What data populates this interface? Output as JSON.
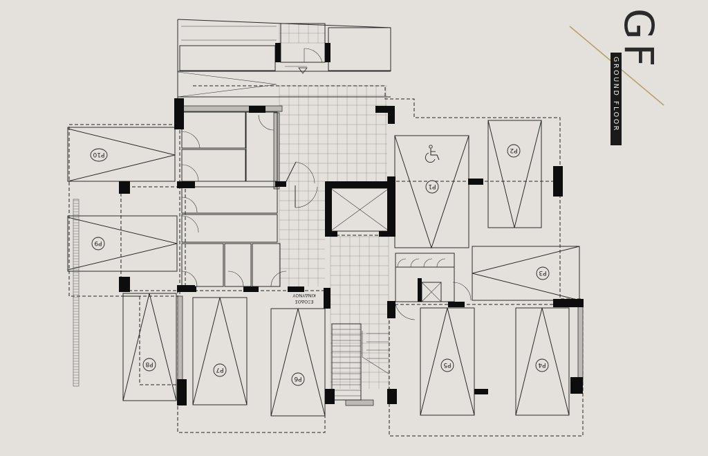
{
  "title": {
    "code": "GF",
    "subtitle": "GROUND FLOOR",
    "accent_color": "#b8a06a"
  },
  "parking_spaces": [
    "P1",
    "P2",
    "P3",
    "P4",
    "P5",
    "P6",
    "P7",
    "P8",
    "P9",
    "P10"
  ],
  "accessible_space": "P1",
  "notes": {
    "exit_label_line1": "ΕΞΟΔΟΣ",
    "exit_label_line2": "ΚΙΝΔΥΝΟΥ"
  },
  "icons": [
    "wheelchair-icon",
    "stair-arrow-icon"
  ]
}
